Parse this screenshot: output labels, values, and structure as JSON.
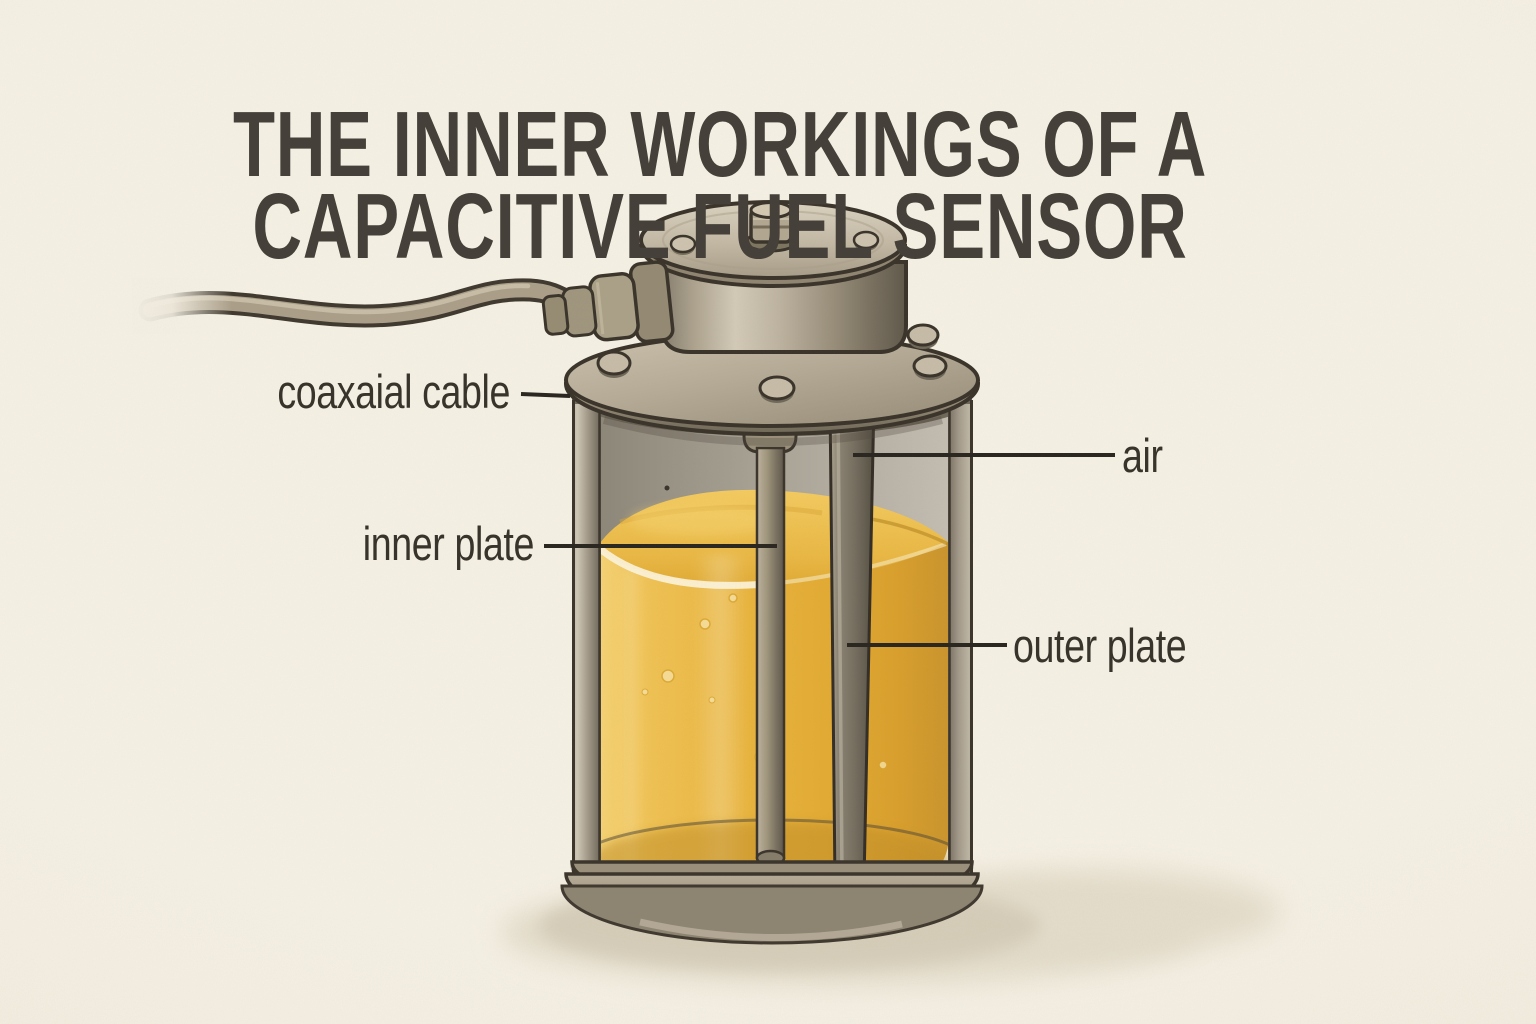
{
  "title": {
    "line1": "THE INNER WORKINGS OF A",
    "line2": "CAPACITIVE FUEL SENSOR"
  },
  "labels": {
    "coaxial_cable": {
      "text": "coaxaial cable"
    },
    "air": {
      "text": "air"
    },
    "inner_plate": {
      "text": "inner plate"
    },
    "outer_plate": {
      "text": "outer plate"
    }
  },
  "illustration": {
    "subject": "capacitive fuel sensor cutaway",
    "parts": [
      "coaxial-cable",
      "cable-connector",
      "sensor-cap",
      "top-knob",
      "mounting-flange",
      "flange-bolts",
      "glass-cylinder",
      "air-gap",
      "fuel-liquid",
      "inner-plate-rod",
      "outer-plate-rod",
      "base-rim",
      "ground-shadow"
    ]
  },
  "colors": {
    "background": "#f5f0e4",
    "title_text": "#45403a",
    "label_text": "#38332b",
    "leader_line": "#29251f",
    "fuel_yellow": "#eab53e",
    "fuel_highlight": "#f6d375",
    "metal_light": "#d3cab7",
    "metal_mid": "#a89e8a",
    "metal_dark": "#6e6757",
    "outline": "#39332a",
    "air_interior": "#a8a295",
    "shadow": "#d6cdb9"
  }
}
